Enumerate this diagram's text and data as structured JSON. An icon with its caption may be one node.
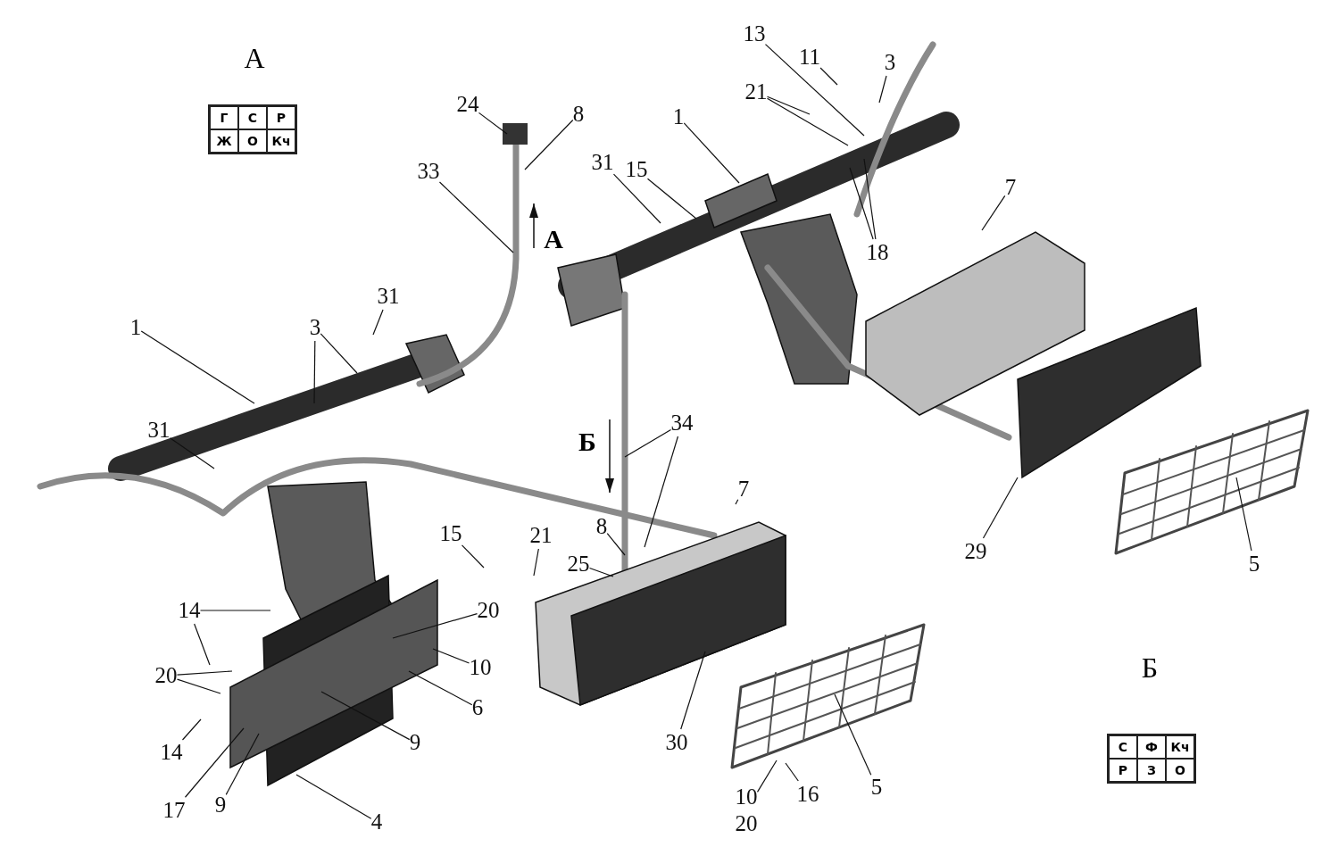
{
  "diagram": {
    "nodes": [
      {
        "text": [
          "13"
        ]
      },
      {
        "text": [
          "11"
        ]
      },
      {
        "text": [
          "3"
        ]
      },
      {
        "text": [
          "24"
        ]
      },
      {
        "text": [
          "8"
        ]
      },
      {
        "text": [
          "21"
        ]
      },
      {
        "text": [
          "1"
        ]
      },
      {
        "text": [
          "31"
        ]
      },
      {
        "text": [
          "15"
        ]
      },
      {
        "text": [
          "33"
        ]
      },
      {
        "text": [
          "7"
        ]
      },
      {
        "text": [
          "18"
        ]
      },
      {
        "text": [
          "31"
        ]
      },
      {
        "text": [
          "1"
        ]
      },
      {
        "text": [
          "3"
        ]
      },
      {
        "text": [
          "34"
        ]
      },
      {
        "text": [
          "31"
        ]
      },
      {
        "text": [
          "7"
        ]
      },
      {
        "text": [
          "15"
        ]
      },
      {
        "text": [
          "21"
        ]
      },
      {
        "text": [
          "8"
        ]
      },
      {
        "text": [
          "25"
        ]
      },
      {
        "text": [
          "29"
        ]
      },
      {
        "text": [
          "5"
        ]
      },
      {
        "text": [
          "14"
        ]
      },
      {
        "text": [
          "20"
        ]
      },
      {
        "text": [
          "10"
        ]
      },
      {
        "text": [
          "20"
        ]
      },
      {
        "text": [
          "6"
        ]
      },
      {
        "text": [
          "30"
        ]
      },
      {
        "text": [
          "9"
        ]
      },
      {
        "text": [
          "14"
        ]
      },
      {
        "text": [
          "5"
        ]
      },
      {
        "text": [
          "10",
          "20"
        ]
      },
      {
        "text": [
          "16"
        ]
      },
      {
        "text": [
          "17"
        ]
      },
      {
        "text": [
          "9"
        ]
      },
      {
        "text": [
          "4"
        ]
      }
    ],
    "edges": [
      {
        "from": 0,
        "to": null,
        "arrow": "none"
      },
      {
        "from": 1,
        "to": null,
        "arrow": "none"
      },
      {
        "from": 2,
        "to": null,
        "arrow": "none"
      },
      {
        "from": 3,
        "to": null,
        "arrow": "none"
      },
      {
        "from": 4,
        "to": null,
        "arrow": "none"
      },
      {
        "from": 5,
        "to": null,
        "arrow": "none"
      },
      {
        "from": 5,
        "to": null,
        "arrow": "none"
      },
      {
        "from": 6,
        "to": null,
        "arrow": "none"
      },
      {
        "from": 7,
        "to": null,
        "arrow": "none"
      },
      {
        "from": 8,
        "to": null,
        "arrow": "none"
      },
      {
        "from": 9,
        "to": null,
        "arrow": "none"
      },
      {
        "from": 10,
        "to": null,
        "arrow": "none"
      },
      {
        "from": 11,
        "to": null,
        "arrow": "none"
      },
      {
        "from": 11,
        "to": null,
        "arrow": "none"
      },
      {
        "from": 12,
        "to": null,
        "arrow": "none"
      },
      {
        "from": 13,
        "to": null,
        "arrow": "none"
      },
      {
        "from": 14,
        "to": null,
        "arrow": "none"
      },
      {
        "from": 14,
        "to": null,
        "arrow": "none"
      },
      {
        "from": 15,
        "to": null,
        "arrow": "none"
      },
      {
        "from": 15,
        "to": null,
        "arrow": "none"
      },
      {
        "from": 16,
        "to": null,
        "arrow": "none"
      },
      {
        "from": 17,
        "to": null,
        "arrow": "none"
      },
      {
        "from": 18,
        "to": null,
        "arrow": "none"
      },
      {
        "from": 19,
        "to": null,
        "arrow": "none"
      },
      {
        "from": 20,
        "to": null,
        "arrow": "none"
      },
      {
        "from": 21,
        "to": null,
        "arrow": "none"
      },
      {
        "from": 22,
        "to": null,
        "arrow": "none"
      },
      {
        "from": 23,
        "to": null,
        "arrow": "none"
      },
      {
        "from": 24,
        "to": null,
        "arrow": "none"
      },
      {
        "from": 24,
        "to": null,
        "arrow": "none"
      },
      {
        "from": 25,
        "to": null,
        "arrow": "none"
      },
      {
        "from": 26,
        "to": null,
        "arrow": "none"
      },
      {
        "from": 27,
        "to": null,
        "arrow": "none"
      },
      {
        "from": 27,
        "to": null,
        "arrow": "none"
      },
      {
        "from": 28,
        "to": null,
        "arrow": "none"
      },
      {
        "from": 29,
        "to": null,
        "arrow": "none"
      },
      {
        "from": 30,
        "to": null,
        "arrow": "none"
      },
      {
        "from": 31,
        "to": null,
        "arrow": "none"
      },
      {
        "from": 32,
        "to": null,
        "arrow": "none"
      },
      {
        "from": 33,
        "to": null,
        "arrow": "none"
      },
      {
        "from": 34,
        "to": null,
        "arrow": "none"
      },
      {
        "from": 35,
        "to": null,
        "arrow": "none"
      },
      {
        "from": 36,
        "to": null,
        "arrow": "none"
      },
      {
        "from": 37,
        "to": null,
        "arrow": "none"
      }
    ],
    "labels": [
      "А",
      "Г",
      "С",
      "Р",
      "Ж",
      "О",
      "Кч",
      "А",
      "Б",
      "Б",
      "С",
      "Ф",
      "Кч",
      "Р",
      "З",
      "О"
    ]
  }
}
